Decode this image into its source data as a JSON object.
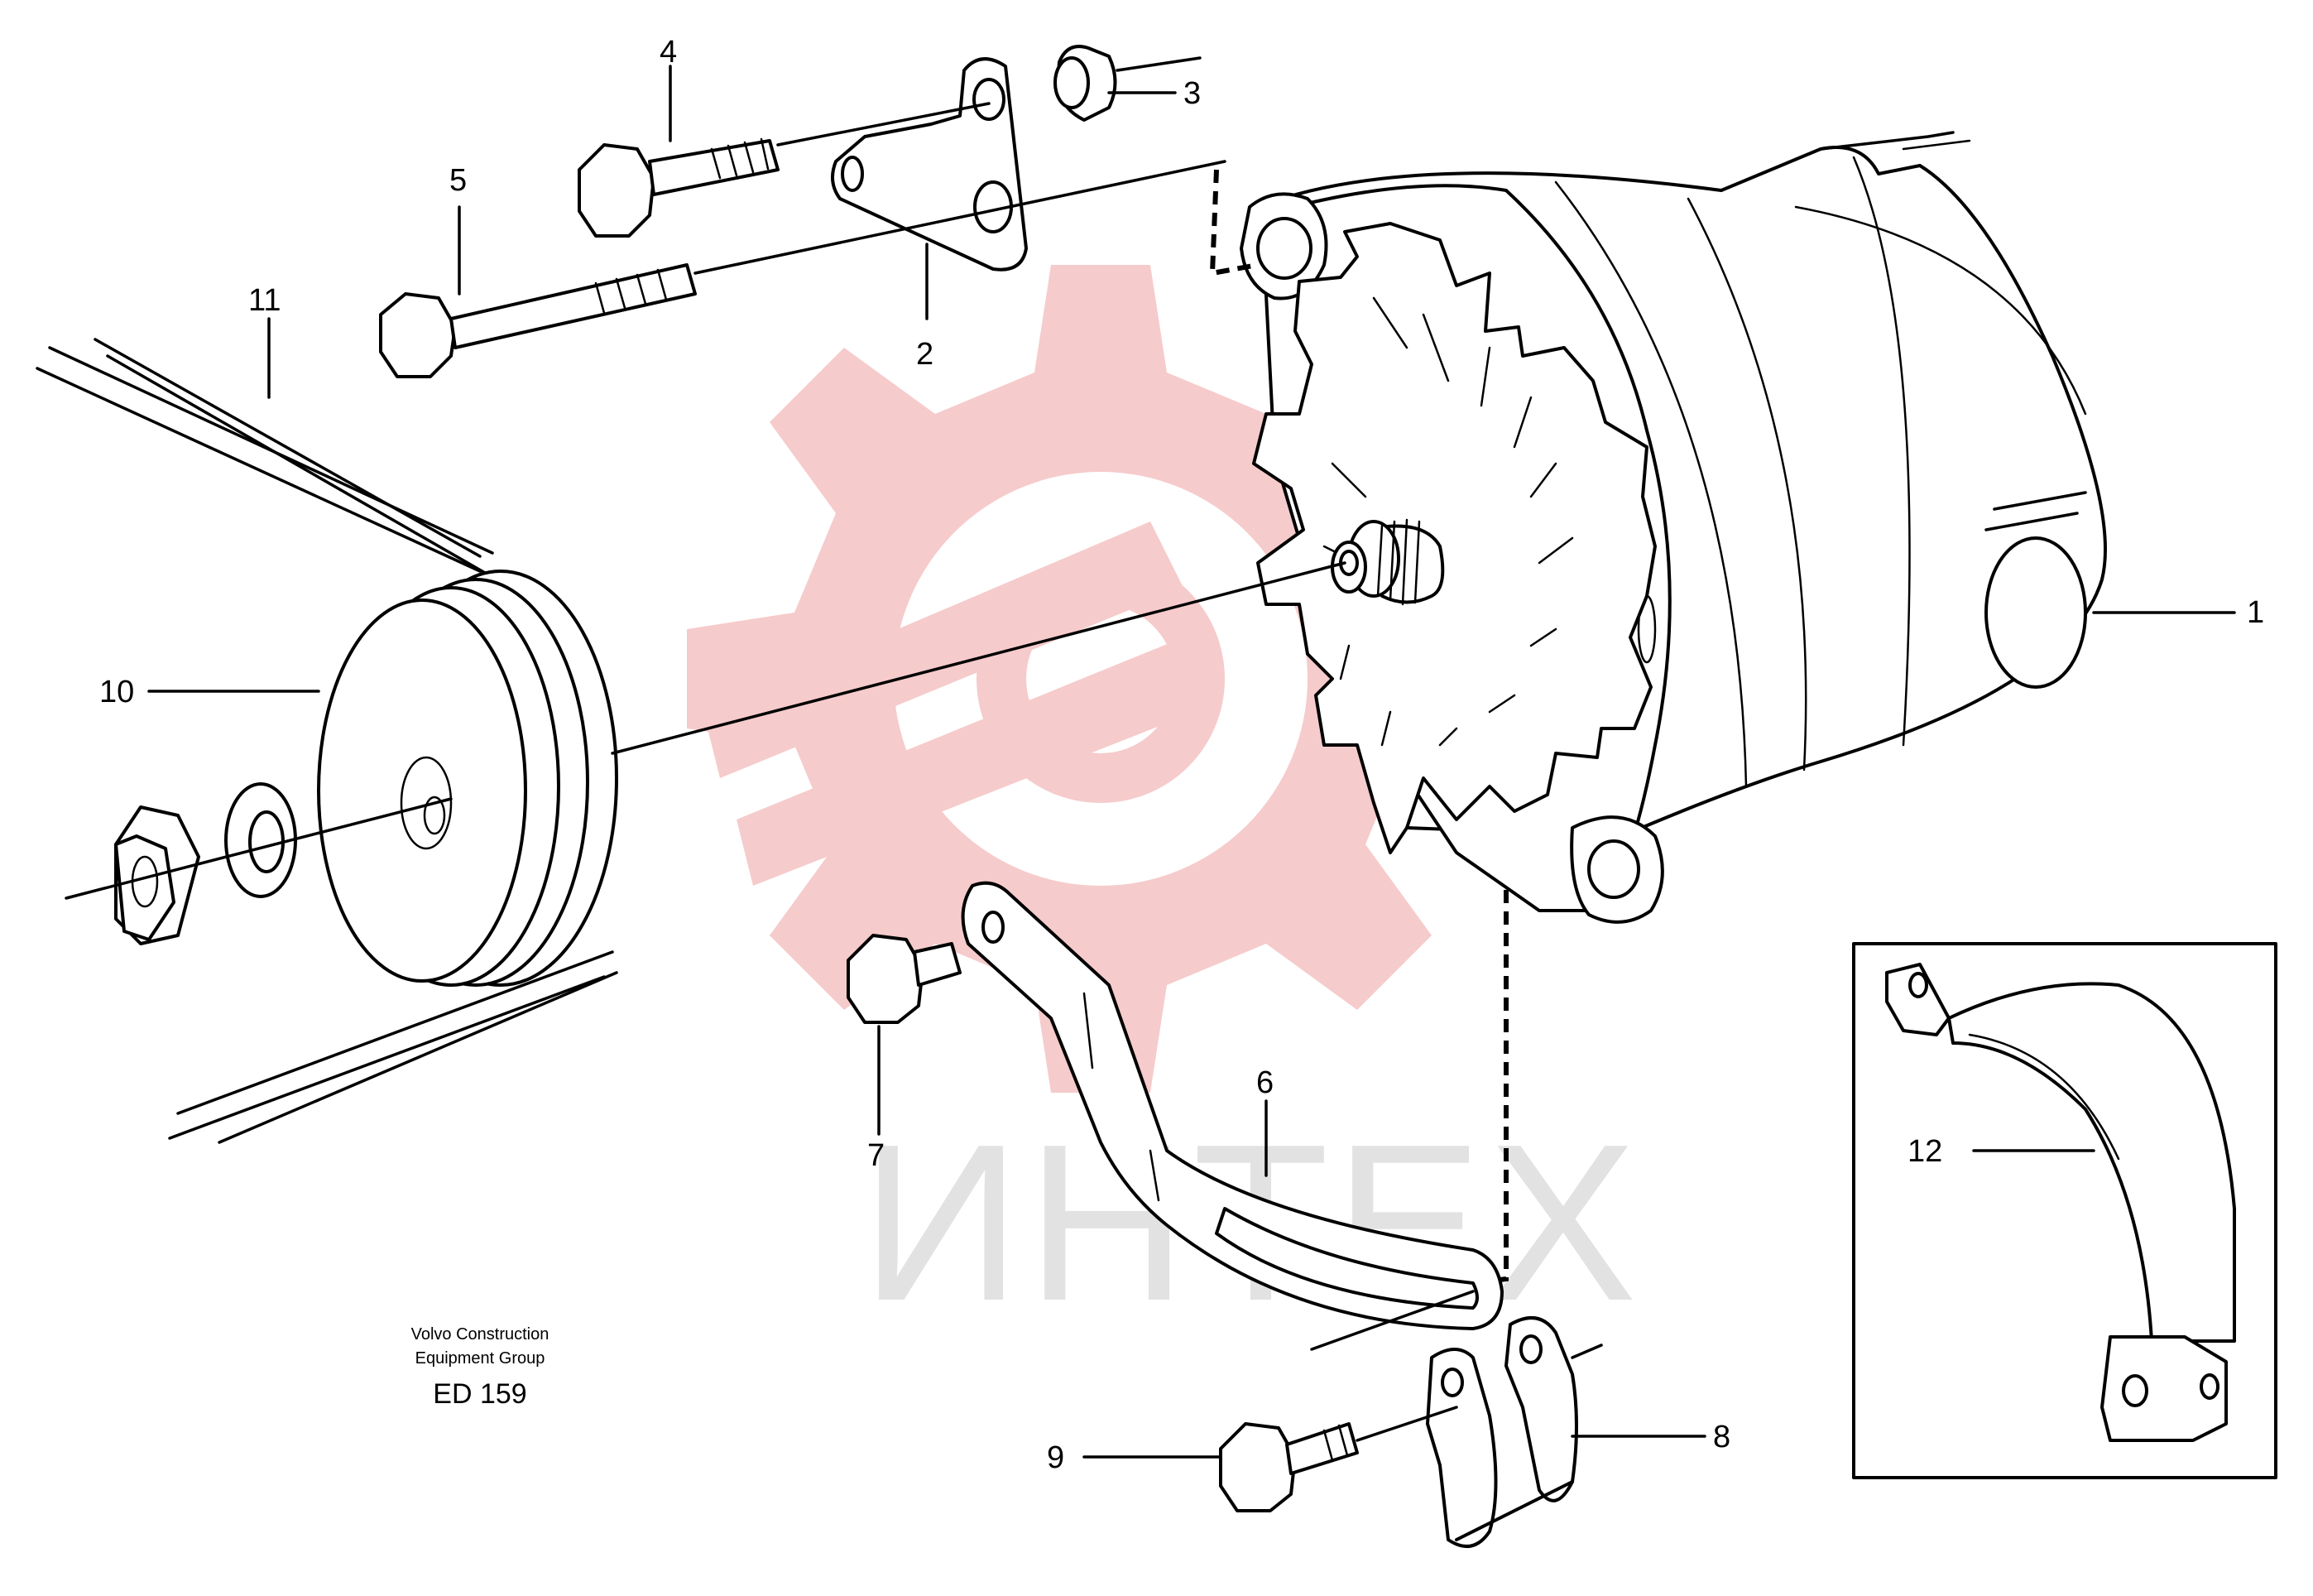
{
  "callouts": [
    {
      "id": "1",
      "text": "1"
    },
    {
      "id": "2",
      "text": "2"
    },
    {
      "id": "3",
      "text": "3"
    },
    {
      "id": "4",
      "text": "4"
    },
    {
      "id": "5",
      "text": "5"
    },
    {
      "id": "6",
      "text": "6"
    },
    {
      "id": "7",
      "text": "7"
    },
    {
      "id": "8",
      "text": "8"
    },
    {
      "id": "9",
      "text": "9"
    },
    {
      "id": "10",
      "text": "10"
    },
    {
      "id": "11",
      "text": "11"
    },
    {
      "id": "12",
      "text": "12"
    }
  ],
  "caption": {
    "line1": "Volvo Construction",
    "line2": "Equipment Group",
    "code": "ED 159"
  },
  "watermark": {
    "text": "ИНТЕХ",
    "gear_color": "#f6c9c9",
    "text_color": "#e2e2e2"
  }
}
